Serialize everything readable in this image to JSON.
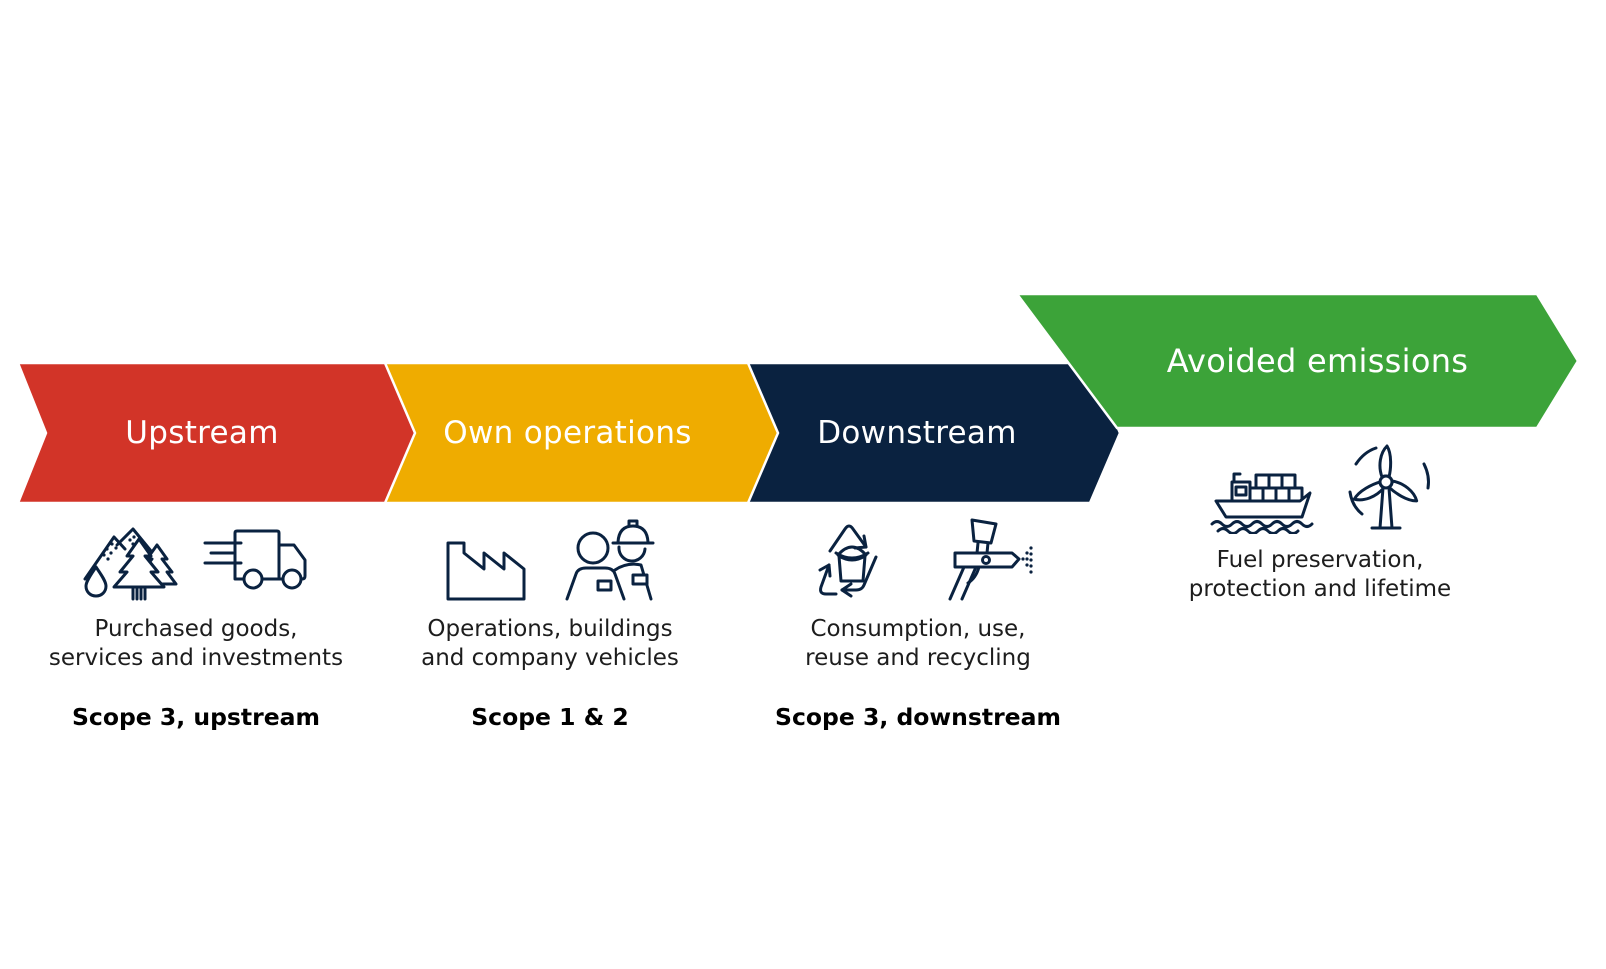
{
  "stages": [
    {
      "id": "upstream",
      "label": "Upstream",
      "arrow_color": "#d23428",
      "description_line1": "Purchased goods,",
      "description_line2": "services and investments",
      "scope_label": "Scope 3, upstream",
      "icons": [
        "forest-water-icon",
        "delivery-truck-icon"
      ]
    },
    {
      "id": "own-operations",
      "label": "Own operations",
      "arrow_color": "#efac00",
      "description_line1": "Operations, buildings",
      "description_line2": "and company vehicles",
      "scope_label": "Scope 1 & 2",
      "icons": [
        "factory-icon",
        "workers-icon"
      ]
    },
    {
      "id": "downstream",
      "label": "Downstream",
      "arrow_color": "#0a2240",
      "description_line1": "Consumption, use,",
      "description_line2": "reuse and recycling",
      "scope_label": "Scope 3, downstream",
      "icons": [
        "recycling-icon",
        "spray-gun-icon"
      ]
    },
    {
      "id": "avoided-emissions",
      "label": "Avoided emissions",
      "arrow_color": "#3ca339",
      "description_line1": "Fuel preservation,",
      "description_line2": "protection and lifetime",
      "icons": [
        "cargo-ship-icon",
        "wind-turbine-icon"
      ]
    }
  ],
  "colors": {
    "red": "#d23428",
    "yellow": "#efac00",
    "navy": "#0a2240",
    "green": "#3ca339",
    "icon_stroke": "#0a2240",
    "arrow_label_text": "#ffffff",
    "description_text": "#1d1d1d",
    "scope_text": "#000000",
    "background": "#ffffff",
    "arrow_outline": "#ffffff"
  }
}
